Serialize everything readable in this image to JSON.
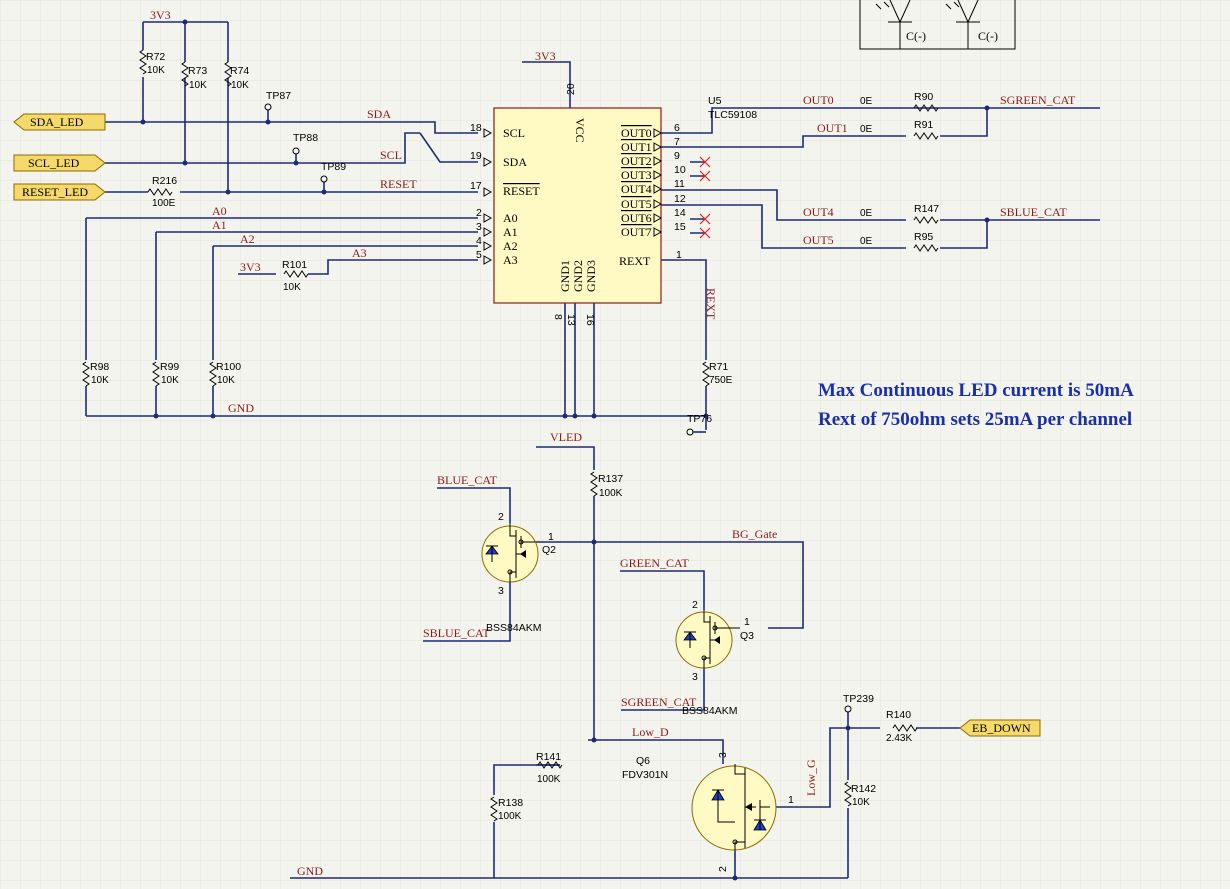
{
  "colors": {
    "background": "#f4f4ee",
    "wire": "#1e2a78",
    "net_label": "#8b1a1a",
    "ic_fill": "#fff9c4",
    "port_fill": "#f5d96b",
    "note": "#1a2fa8"
  },
  "ports": {
    "sda": "SDA_LED",
    "scl": "SCL_LED",
    "reset": "RESET_LED",
    "eb_down": "EB_DOWN"
  },
  "nets": {
    "v3v3_top": "3V3",
    "v3v3_ic": "3V3",
    "v3v3_r101": "3V3",
    "sda": "SDA",
    "scl": "SCL",
    "reset": "RESET",
    "a0": "A0",
    "a1": "A1",
    "a2": "A2",
    "a3": "A3",
    "out0": "OUT0",
    "out1": "OUT1",
    "out4": "OUT4",
    "out5": "OUT5",
    "sgreen": "SGREEN_CAT",
    "sblue": "SBLUE_CAT",
    "gnd_top": "GND",
    "gnd_bot": "GND",
    "vled": "VLED",
    "rext": "REXT",
    "blue_cat": "BLUE_CAT",
    "sblue_cat": "SBLUE_CAT",
    "green_cat": "GREEN_CAT",
    "sgreen_cat": "SGREEN_CAT",
    "bg_gate": "BG_Gate",
    "low_d": "Low_D",
    "low_g": "Low_G"
  },
  "zero_ohm": [
    "0E",
    "0E",
    "0E",
    "0E"
  ],
  "resistors": {
    "r72": {
      "ref": "R72",
      "value": "10K"
    },
    "r73": {
      "ref": "R73",
      "value": "10K"
    },
    "r74": {
      "ref": "R74",
      "value": "10K"
    },
    "r216": {
      "ref": "R216",
      "value": "100E"
    },
    "r101": {
      "ref": "R101",
      "value": "10K"
    },
    "r98": {
      "ref": "R98",
      "value": "10K"
    },
    "r99": {
      "ref": "R99",
      "value": "10K"
    },
    "r100": {
      "ref": "R100",
      "value": "10K"
    },
    "r71": {
      "ref": "R71",
      "value": "750E"
    },
    "r90": {
      "ref": "R90"
    },
    "r91": {
      "ref": "R91"
    },
    "r147": {
      "ref": "R147"
    },
    "r95": {
      "ref": "R95"
    },
    "r137": {
      "ref": "R137",
      "value": "100K"
    },
    "r141": {
      "ref": "R141",
      "value": "100K"
    },
    "r138": {
      "ref": "R138",
      "value": "100K"
    },
    "r140": {
      "ref": "R140",
      "value": "2.43K"
    },
    "r142": {
      "ref": "R142",
      "value": "10K"
    }
  },
  "testpoints": {
    "tp87": "TP87",
    "tp88": "TP88",
    "tp89": "TP89",
    "tp76": "TP76",
    "tp239": "TP239"
  },
  "ic": {
    "ref": "U5",
    "part": "TLC59108",
    "left_pins": [
      {
        "num": "18",
        "name": "SCL"
      },
      {
        "num": "19",
        "name": "SDA"
      },
      {
        "num": "17",
        "name": "RESET"
      },
      {
        "num": "2",
        "name": "A0"
      },
      {
        "num": "3",
        "name": "A1"
      },
      {
        "num": "4",
        "name": "A2"
      },
      {
        "num": "5",
        "name": "A3"
      }
    ],
    "right_pins": [
      {
        "num": "6",
        "name": "OUT0"
      },
      {
        "num": "7",
        "name": "OUT1"
      },
      {
        "num": "9",
        "name": "OUT2"
      },
      {
        "num": "10",
        "name": "OUT3"
      },
      {
        "num": "11",
        "name": "OUT4"
      },
      {
        "num": "12",
        "name": "OUT5"
      },
      {
        "num": "14",
        "name": "OUT6"
      },
      {
        "num": "15",
        "name": "OUT7"
      },
      {
        "num": "1",
        "name": "REXT"
      }
    ],
    "vcc": {
      "num": "20",
      "name": "VCC"
    },
    "gnd_pins": [
      {
        "num": "8",
        "name": "GND1"
      },
      {
        "num": "13",
        "name": "GND2"
      },
      {
        "num": "16",
        "name": "GND3"
      }
    ]
  },
  "transistors": {
    "q2": {
      "ref": "Q2",
      "part": "BSS84AKM",
      "pins": [
        "2",
        "1",
        "3"
      ]
    },
    "q3": {
      "ref": "Q3",
      "part": "BSS84AKM",
      "pins": [
        "2",
        "1",
        "3"
      ]
    },
    "q6": {
      "ref": "Q6",
      "part": "FDV301N",
      "pins": [
        "3",
        "1",
        "2"
      ]
    }
  },
  "top_right_labels": [
    "C(-)",
    "C(-)"
  ],
  "notes": [
    "Max Continuous LED current is 50mA",
    "Rext of 750ohm sets 25mA per channel"
  ]
}
